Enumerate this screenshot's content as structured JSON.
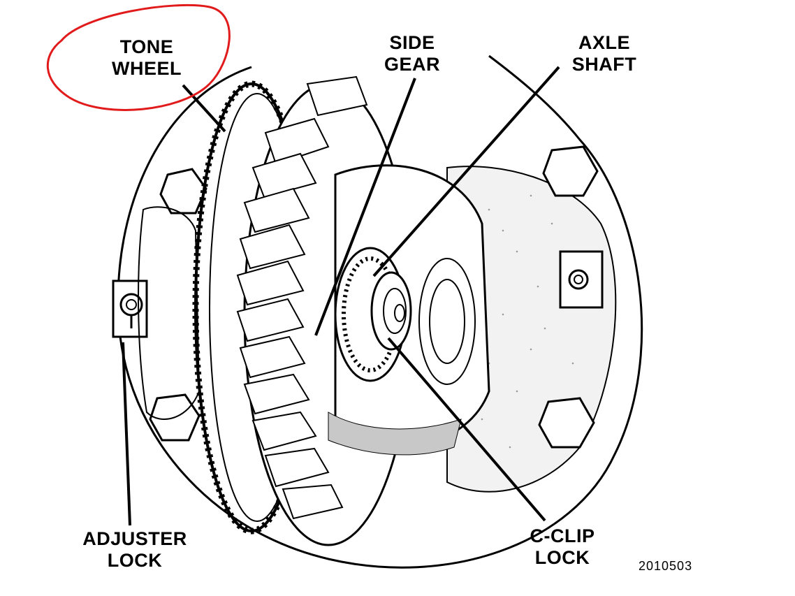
{
  "labels": {
    "tone_wheel": [
      "TONE",
      "WHEEL"
    ],
    "side_gear": [
      "SIDE",
      "GEAR"
    ],
    "axle_shaft": [
      "AXLE",
      "SHAFT"
    ],
    "adjuster_lock": [
      "ADJUSTER",
      "LOCK"
    ],
    "c_clip_lock": [
      "C-CLIP",
      "LOCK"
    ]
  },
  "figure_number": "2010503",
  "colors": {
    "ink": "#000000",
    "highlight_circle": "#e11b1b",
    "background": "#ffffff"
  }
}
